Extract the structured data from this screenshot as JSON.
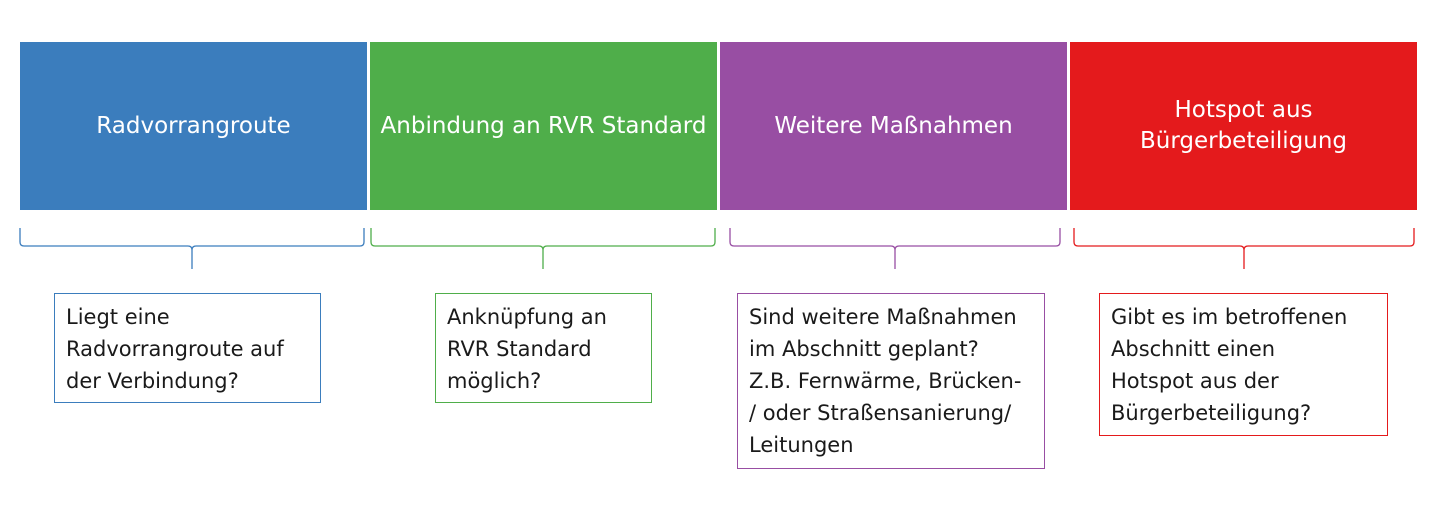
{
  "columns": [
    {
      "header": "Radvorrangroute",
      "color": "#3b7dbd",
      "question": "Liegt eine\nRadvorrangroute auf\nder Verbindung?"
    },
    {
      "header": "Anbindung an RVR Standard",
      "color": "#4fae4a",
      "question": "Anknüpfung an\nRVR Standard\nmöglich?"
    },
    {
      "header": "Weitere Maßnahmen",
      "color": "#984ea3",
      "question": "Sind weitere Maßnahmen\nim Abschnitt geplant?\nZ.B. Fernwärme, Brücken-\n/ oder Straßensanierung/\nLeitungen"
    },
    {
      "header": "Hotspot aus\nBürgerbeteiligung",
      "color": "#e41a1c",
      "question": "Gibt es im betroffenen\nAbschnitt einen\nHotspot aus der\nBürgerbeteiligung?"
    }
  ]
}
